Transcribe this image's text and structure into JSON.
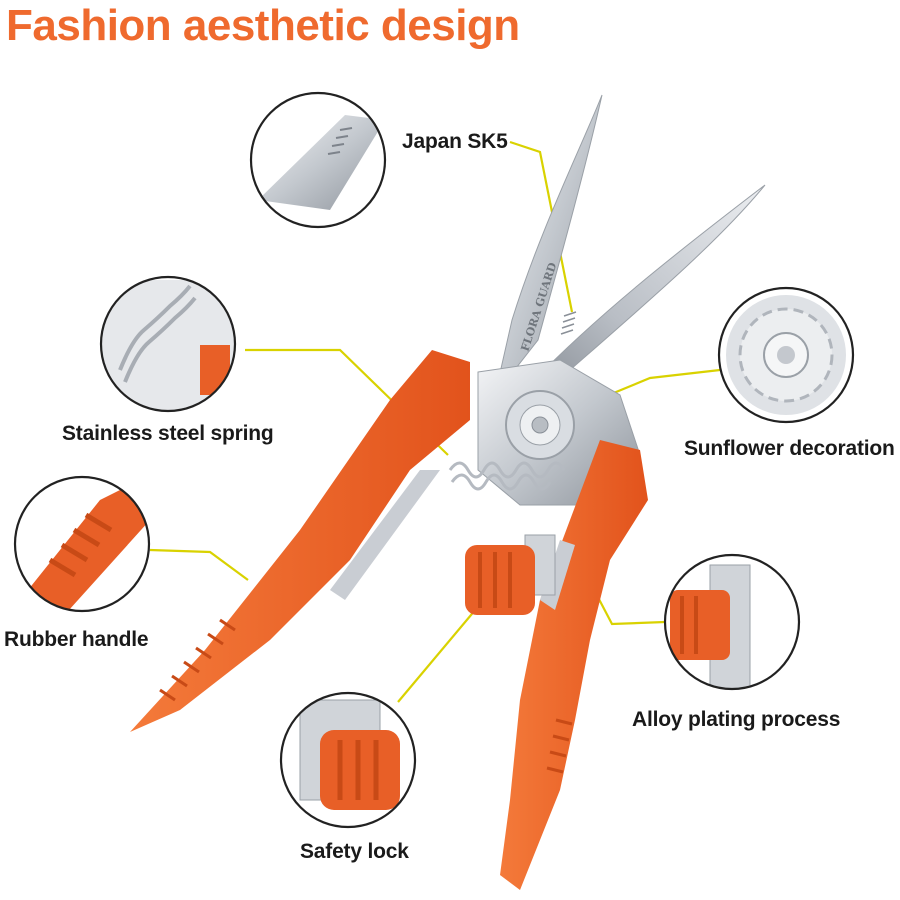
{
  "title": "Fashion aesthetic design",
  "callouts": {
    "blade": "Japan SK5",
    "spring": "Stainless steel spring",
    "sunflower": "Sunflower decoration",
    "handle": "Rubber handle",
    "plating": "Alloy plating process",
    "lock": "Safety lock"
  },
  "brand_mark": "FLORA GUARD",
  "colors": {
    "accent": "#EF6A2E",
    "leader_line": "#D9D200",
    "text": "#1a1a1a",
    "steel": "#C9CDD3"
  }
}
